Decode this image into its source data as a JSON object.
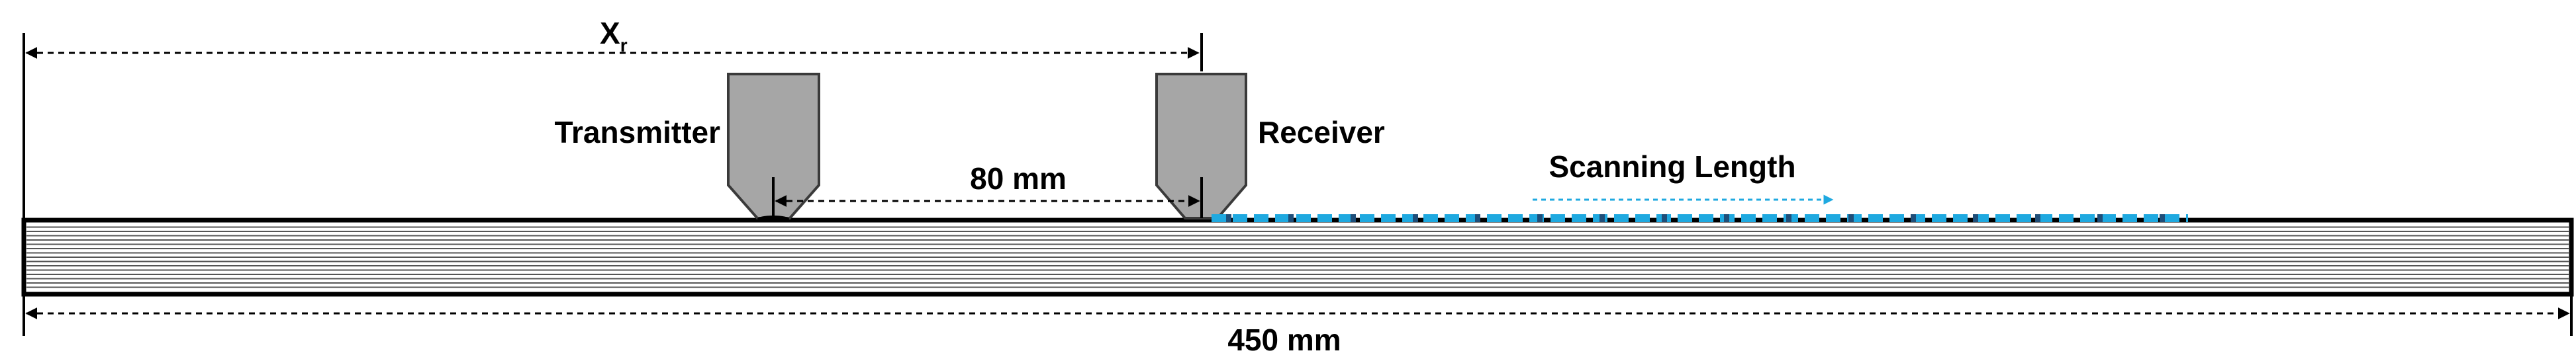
{
  "labels": {
    "xr_main": "X",
    "xr_sub": "r",
    "transmitter": "Transmitter",
    "receiver": "Receiver",
    "spacing": "80 mm",
    "scanning": "Scanning Length",
    "length": "450 mm"
  },
  "plate": {
    "length_mm": 450,
    "layer_count": 16
  },
  "transducer_spacing_mm": 80,
  "colors": {
    "line": "#000000",
    "transducer_fill": "#a6a6a6",
    "transducer_stroke": "#3a3a3a",
    "scan": "#1fa9e0",
    "scan_dash_dark": "#1f4e79"
  }
}
